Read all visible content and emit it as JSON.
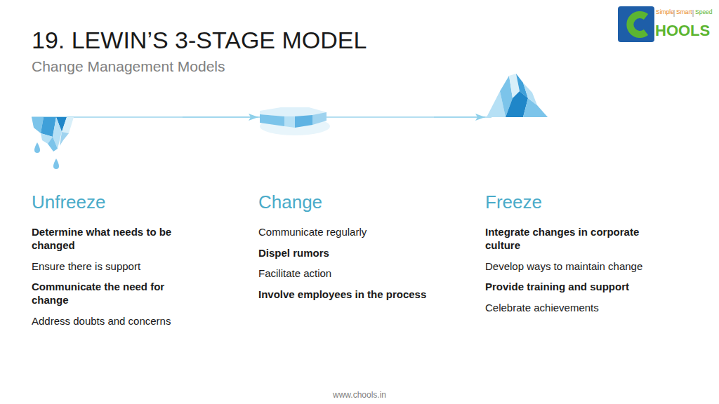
{
  "diagram": {
    "title": "19. LEWIN’S 3-STAGE MODEL",
    "caption": "Change Management Models",
    "nodes": [
      {
        "text": [
          "Unfreeze",
          "Determine what needs to be changed",
          "Ensure there is support",
          "Communicate the need for change",
          "Address doubts and concerns"
        ]
      },
      {
        "text": [
          "Change",
          "Communicate regularly",
          "Dispel rumors",
          "Facilitate action",
          "Involve employees in the process"
        ]
      },
      {
        "text": [
          "Freeze",
          "Integrate changes in corporate culture",
          "Develop ways to maintain change",
          "Provide training and support",
          "Celebrate achievements"
        ]
      }
    ],
    "edges": [
      {
        "from": 0,
        "to": 1,
        "arrow": "to"
      },
      {
        "from": 1,
        "to": 2,
        "arrow": "to"
      }
    ],
    "labels": [
      "Simple",
      "Smart",
      "Speed",
      "HOOLS",
      "www.chools.in"
    ]
  }
}
